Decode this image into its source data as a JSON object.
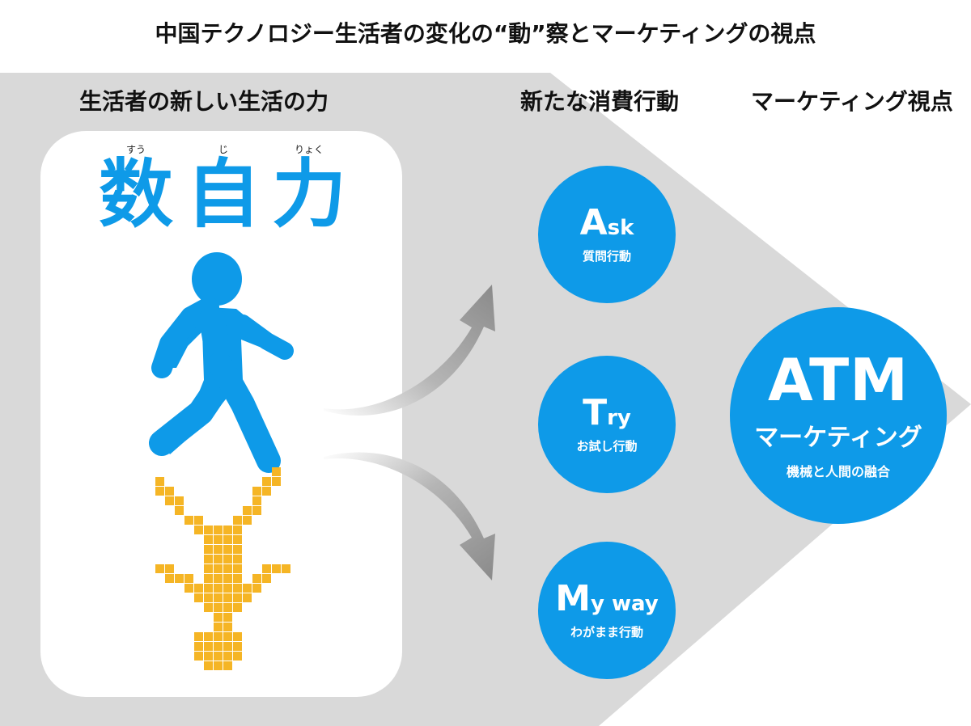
{
  "title": "中国テクノロジー生活者の変化の“動”察とマーケティングの視点",
  "headers": {
    "left": "生活者の新しい生活の力",
    "middle": "新たな消費行動",
    "right": "マーケティング視点"
  },
  "power": {
    "kanji": [
      "数",
      "自",
      "力"
    ],
    "ruby": [
      "すう",
      "じ",
      "りょく"
    ]
  },
  "behaviors": [
    {
      "initial": "A",
      "rest": "sk",
      "label": "質問行動"
    },
    {
      "initial": "T",
      "rest": "ry",
      "label": "お試し行動"
    },
    {
      "initial": "M",
      "rest": "y way",
      "label": "わがまま行動"
    }
  ],
  "atm": {
    "title": "ATM",
    "subtitle": "マーケティング",
    "caption": "機械と人間の融合"
  },
  "colors": {
    "accent_blue": "#0e9ae8",
    "pixel_orange": "#f5b525",
    "background_gray": "#d9d9d9",
    "arrow_gray": "#8f8f8f"
  },
  "icons": {
    "figure": "walking-person-icon",
    "shadow": "pixel-person-shadow-icon",
    "arrows": "curved-arrow-icon"
  }
}
